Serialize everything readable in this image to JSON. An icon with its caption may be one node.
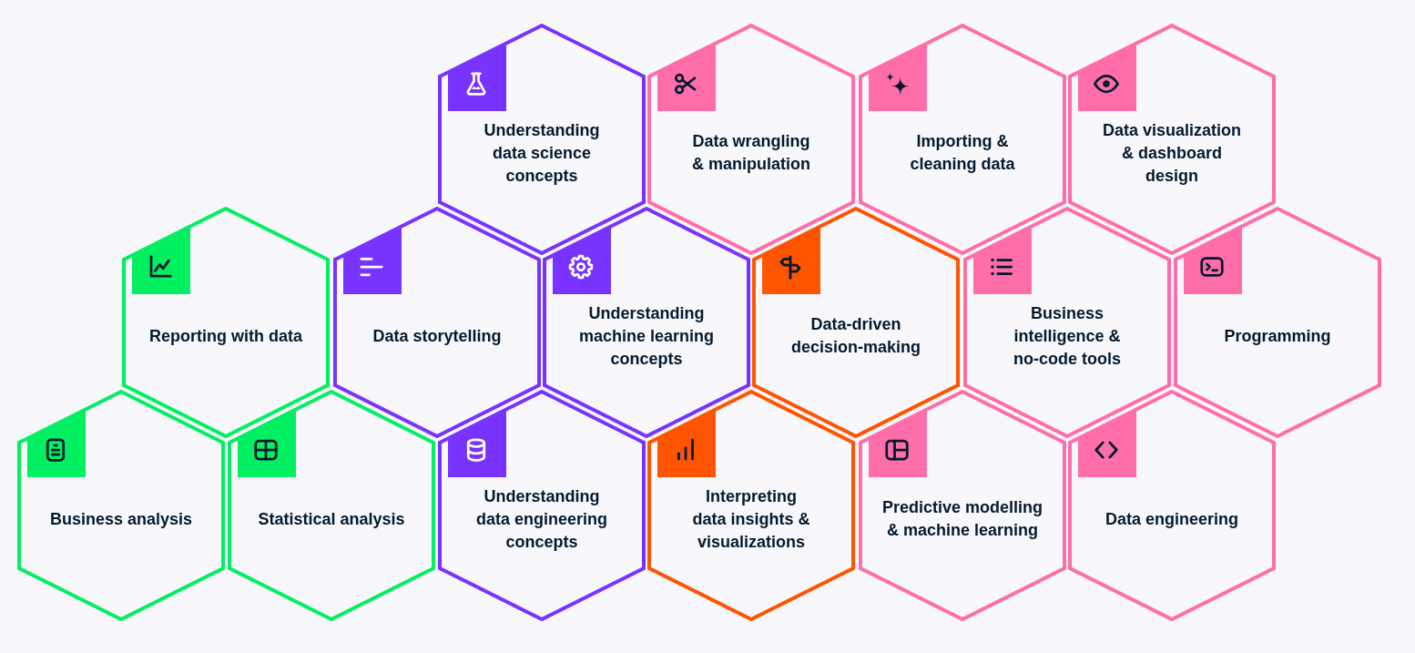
{
  "diagram": {
    "nodes": [
      {
        "text": [
          "Understanding data science concepts"
        ]
      },
      {
        "text": [
          "Data wrangling & manipulation"
        ]
      },
      {
        "text": [
          "Importing & cleaning data"
        ]
      },
      {
        "text": [
          "Data visualization & dashboard design"
        ]
      },
      {
        "text": [
          "Reporting with data"
        ]
      },
      {
        "text": [
          "Data storytelling"
        ]
      },
      {
        "text": [
          "Understanding machine learning concepts"
        ]
      },
      {
        "text": [
          "Data-driven decision-making"
        ]
      },
      {
        "text": [
          "Business intelligence & no-code tools"
        ]
      },
      {
        "text": [
          "Programming"
        ]
      },
      {
        "text": [
          "Business analysis"
        ]
      },
      {
        "text": [
          "Statistical analysis"
        ]
      },
      {
        "text": [
          "Understanding data engineering concepts"
        ]
      },
      {
        "text": [
          "Interpreting data insights & visualizations"
        ]
      },
      {
        "text": [
          "Predictive modelling & machine learning"
        ]
      },
      {
        "text": [
          "Data engineering"
        ]
      }
    ]
  }
}
